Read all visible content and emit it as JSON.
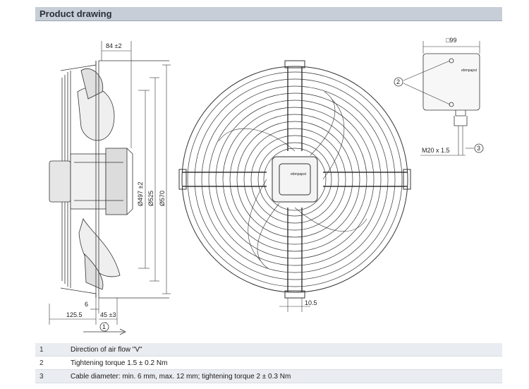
{
  "header": {
    "title": "Product drawing"
  },
  "dimensions": {
    "hub_depth": "84 ±2",
    "d1": "Ø497 ±2",
    "d2": "Ø525",
    "d3": "Ø570",
    "left_offset": "125.5",
    "thickness": "6",
    "depth": "45 ±3",
    "slot": "10.5",
    "box_size": "□99",
    "cable_gland": "M20 x 1.5"
  },
  "callouts": {
    "c1": "1",
    "c2": "2",
    "c3": "3"
  },
  "brand_mark": "ebmpapst",
  "notes": [
    {
      "num": "1",
      "text": "Direction of air flow \"V\""
    },
    {
      "num": "2",
      "text": "Tightening torque 1.5 ± 0.2 Nm"
    },
    {
      "num": "3",
      "text": "Cable diameter: min. 6 mm, max. 12 mm; tightening torque 2 ± 0.3 Nm"
    }
  ]
}
